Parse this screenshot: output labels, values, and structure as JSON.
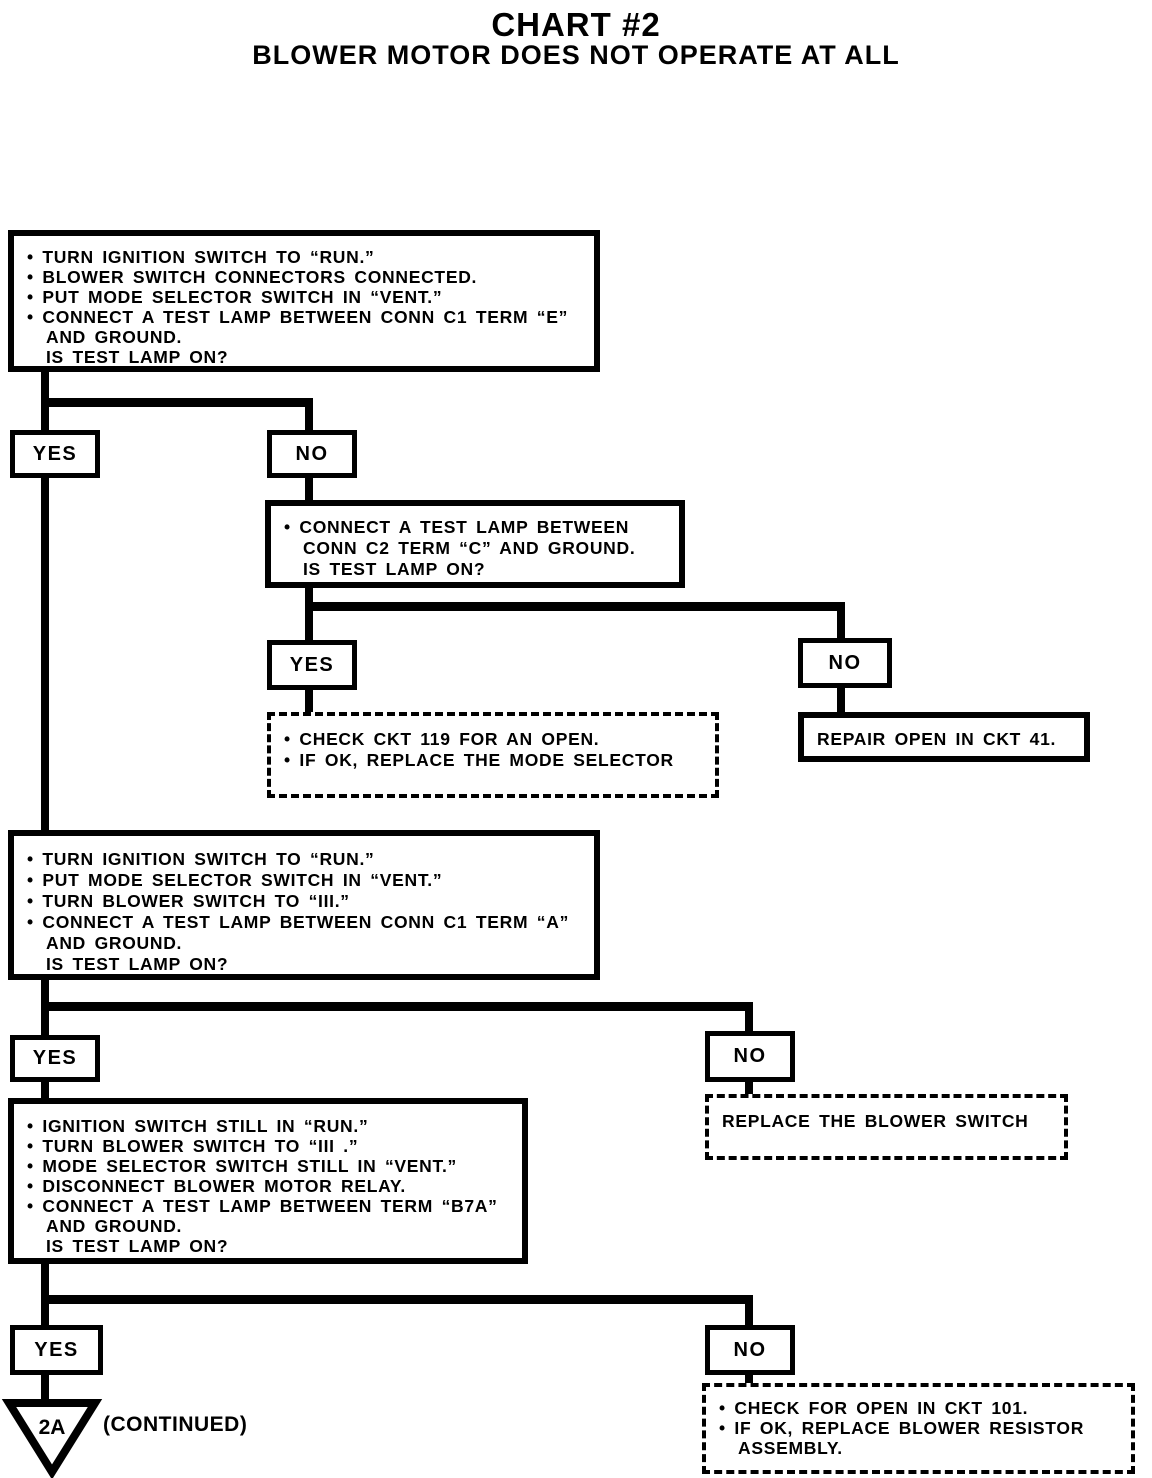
{
  "title": {
    "line1": "CHART #2",
    "line2": "BLOWER MOTOR DOES NOT OPERATE AT ALL"
  },
  "labels": {
    "yes": "YES",
    "no": "NO"
  },
  "boxes": {
    "step1": {
      "lines": [
        "• TURN IGNITION SWITCH TO “RUN.”",
        "• BLOWER SWITCH CONNECTORS CONNECTED.",
        "• PUT MODE SELECTOR SWITCH IN “VENT.”",
        "• CONNECT A TEST LAMP BETWEEN CONN C1 TERM “E”",
        "AND GROUND.",
        "IS TEST LAMP ON?"
      ]
    },
    "step2": {
      "lines": [
        "• CONNECT A TEST LAMP BETWEEN",
        "CONN C2 TERM “C” AND GROUND.",
        "IS TEST LAMP ON?"
      ]
    },
    "check_ckt119": {
      "lines": [
        "• CHECK CKT 119 FOR AN OPEN.",
        "• IF OK, REPLACE THE MODE SELECTOR"
      ]
    },
    "repair_ckt41": {
      "text": "REPAIR OPEN IN CKT 41."
    },
    "step3": {
      "lines": [
        "• TURN IGNITION SWITCH TO “RUN.”",
        "• PUT MODE SELECTOR SWITCH IN “VENT.”",
        "• TURN BLOWER SWITCH TO “III.”",
        "• CONNECT A TEST LAMP BETWEEN CONN C1 TERM “A”",
        "AND GROUND.",
        "IS TEST LAMP ON?"
      ]
    },
    "replace_blower_switch": {
      "text": "REPLACE THE BLOWER SWITCH"
    },
    "step4": {
      "lines": [
        "• IGNITION SWITCH STILL IN “RUN.”",
        "• TURN BLOWER SWITCH TO “III .”",
        "• MODE SELECTOR SWITCH STILL IN “VENT.”",
        "• DISCONNECT BLOWER MOTOR RELAY.",
        "• CONNECT A TEST LAMP BETWEEN TERM “B7A”",
        "AND GROUND.",
        "IS TEST LAMP ON?"
      ]
    },
    "check_ckt101": {
      "lines": [
        "• CHECK FOR OPEN IN CKT 101.",
        "• IF OK, REPLACE BLOWER RESISTOR",
        "ASSEMBLY."
      ]
    }
  },
  "footer": {
    "connector_label": "2A",
    "continued": "(CONTINUED)"
  }
}
